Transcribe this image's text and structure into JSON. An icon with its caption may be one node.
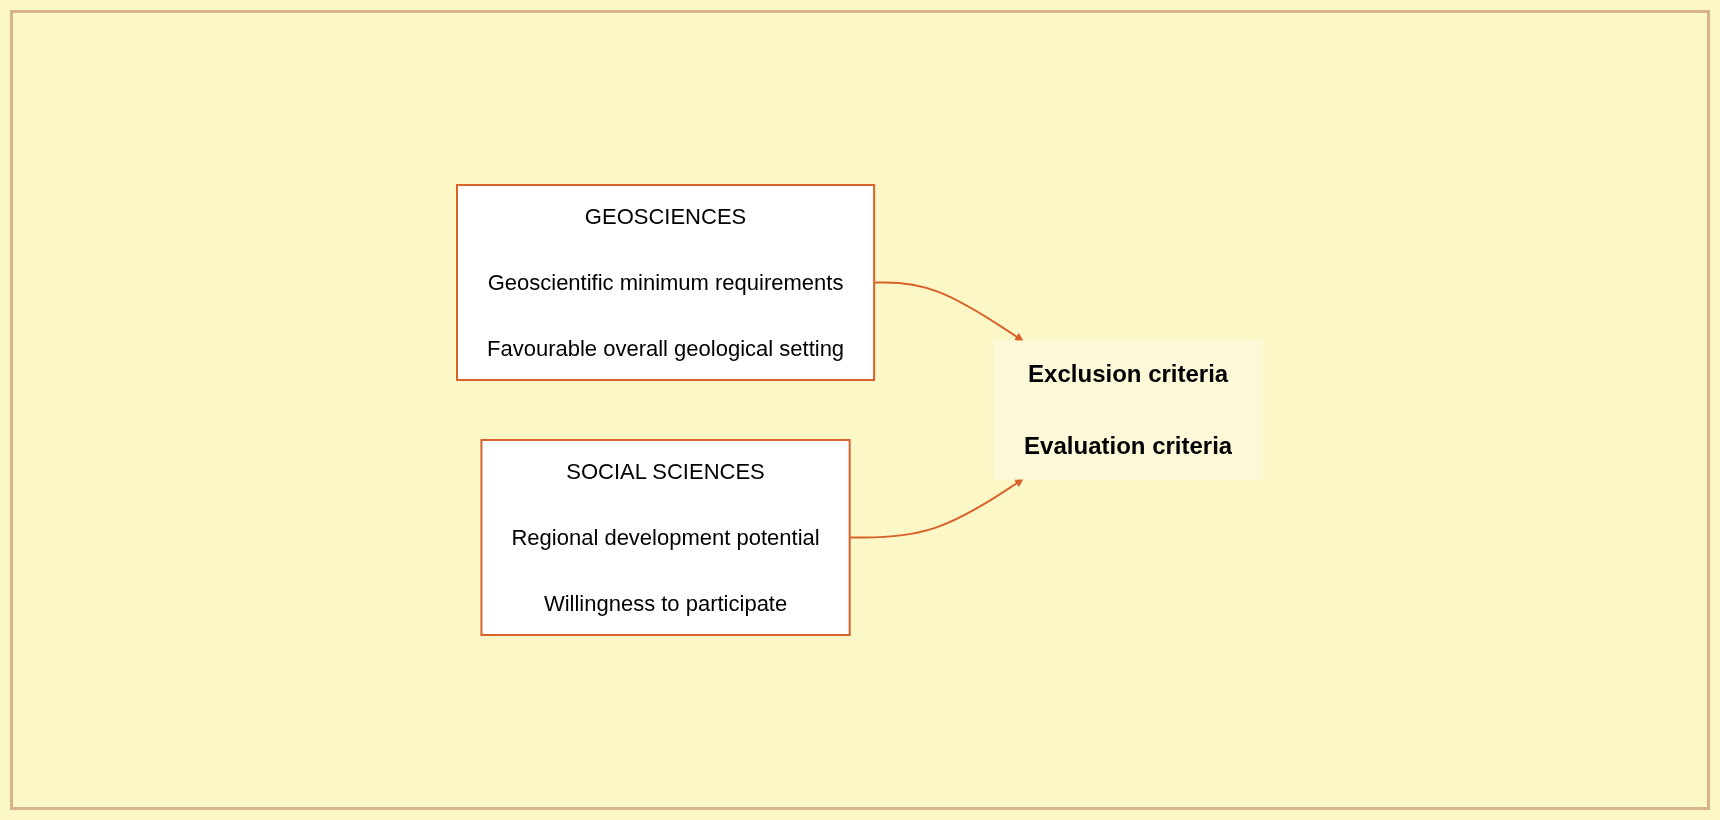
{
  "diagram": {
    "nodes": [
      {
        "text": [
          "GEOSCIENCES",
          "Geoscientific minimum requirements",
          "Favourable overall geological setting"
        ]
      },
      {
        "text": [
          "Exclusion criteria",
          "Evaluation criteria"
        ]
      },
      {
        "text": [
          "SOCIAL SCIENCES",
          "Regional development potential",
          "Willingness to participate"
        ]
      }
    ],
    "edges": [
      {
        "from": 0,
        "to": 1,
        "arrow": "to"
      },
      {
        "from": 2,
        "to": 1,
        "arrow": "to"
      }
    ]
  }
}
